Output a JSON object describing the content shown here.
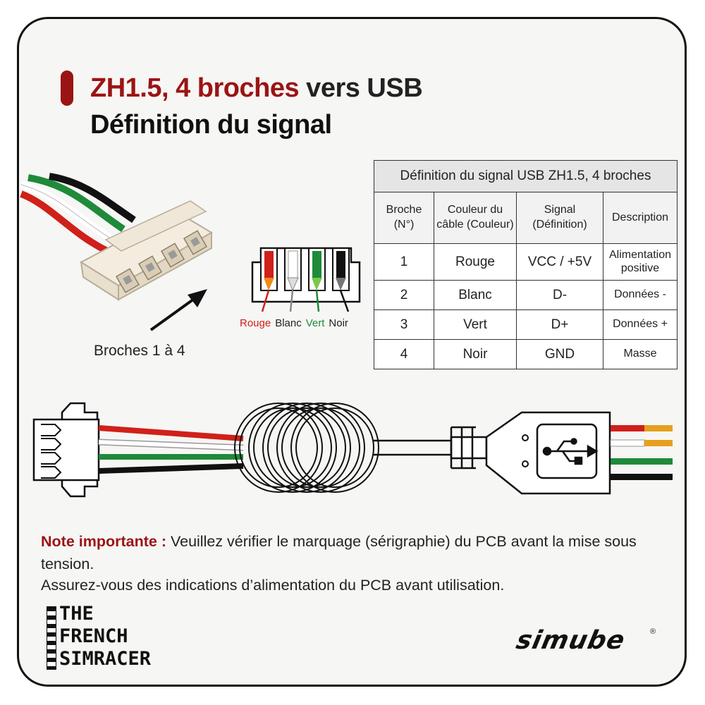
{
  "header": {
    "title_red": "ZH1.5, 4 broches",
    "title_black": " vers USB",
    "subtitle": "Définition du signal"
  },
  "connector_photo": {
    "pins_label": "Broches 1 à 4"
  },
  "pin_colors": [
    {
      "label": "Rouge",
      "color": "#d0201a"
    },
    {
      "label": "Blanc",
      "color": "#222222"
    },
    {
      "label": "Vert",
      "color": "#1f8a3a"
    },
    {
      "label": "Noir",
      "color": "#222222"
    }
  ],
  "table": {
    "caption": "Définition du signal USB ZH1.5, 4 broches",
    "headers": [
      "Broche (N°)",
      "Couleur du câble (Couleur)",
      "Signal (Définition)",
      "Description"
    ],
    "rows": [
      [
        "1",
        "Rouge",
        "VCC / +5V",
        "Alimentation positive"
      ],
      [
        "2",
        "Blanc",
        "D-",
        "Données -"
      ],
      [
        "3",
        "Vert",
        "D+",
        "Données +"
      ],
      [
        "4",
        "Noir",
        "GND",
        "Masse"
      ]
    ]
  },
  "note": {
    "label": "Note importante :",
    "text": " Veuillez vérifier le marquage (sérigraphie) du PCB avant la mise sous tension.",
    "text2": "Assurez-vous des indications d’alimentation du PCB avant utilisation."
  },
  "logos": {
    "left": [
      "THE",
      "FRENCH",
      "SIMRACER"
    ],
    "right": "simube",
    "right_mark": "®"
  },
  "wire_colors": {
    "red": "#d0201a",
    "white": "#ffffff",
    "green": "#1f8a3a",
    "black": "#111111",
    "accent": "#9b1414"
  },
  "icons": [
    "usb-icon",
    "arrow-icon"
  ]
}
